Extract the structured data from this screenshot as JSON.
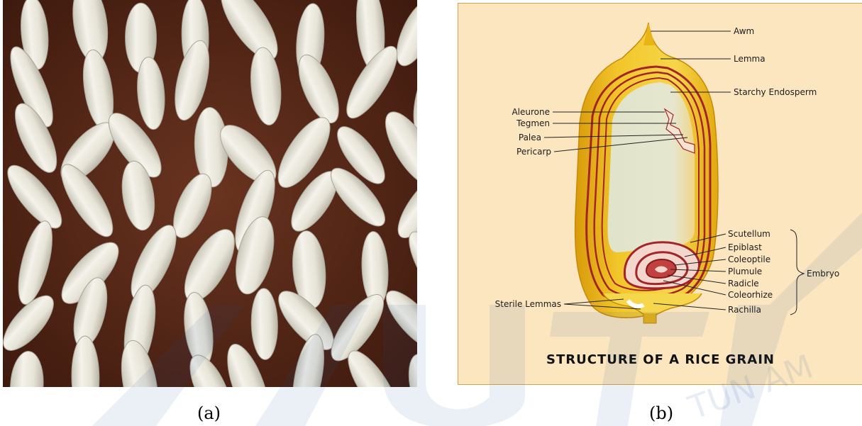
{
  "captions": {
    "a": "(a)",
    "b": "(b)"
  },
  "diagram": {
    "title": "STRUCTURE OF A RICE GRAIN",
    "labels": {
      "awm": "Awm",
      "lemma": "Lemma",
      "starchy_endosperm": "Starchy Endosperm",
      "aleurone": "Aleurone",
      "tegmen": "Tegmen",
      "palea": "Palea",
      "pericarp": "Pericarp",
      "scutellum": "Scutellum",
      "epiblast": "Epiblast",
      "coleoptile": "Coleoptile",
      "plumule": "Plumule",
      "radicle": "Radicle",
      "coleorhize": "Coleorhize",
      "rachilla": "Rachilla",
      "sterile_lemmas": "Sterile Lemmas",
      "embryo": "Embryo"
    },
    "colors": {
      "background": "#fbe6c0",
      "hull": "#e8b416",
      "layers": "#a3252b",
      "endosperm": "#e3e6cf"
    }
  },
  "watermark": {
    "text": "TUN AM"
  },
  "photo": {
    "colors": {
      "background": "#5a2a18",
      "grain": "#ece9dc"
    }
  }
}
